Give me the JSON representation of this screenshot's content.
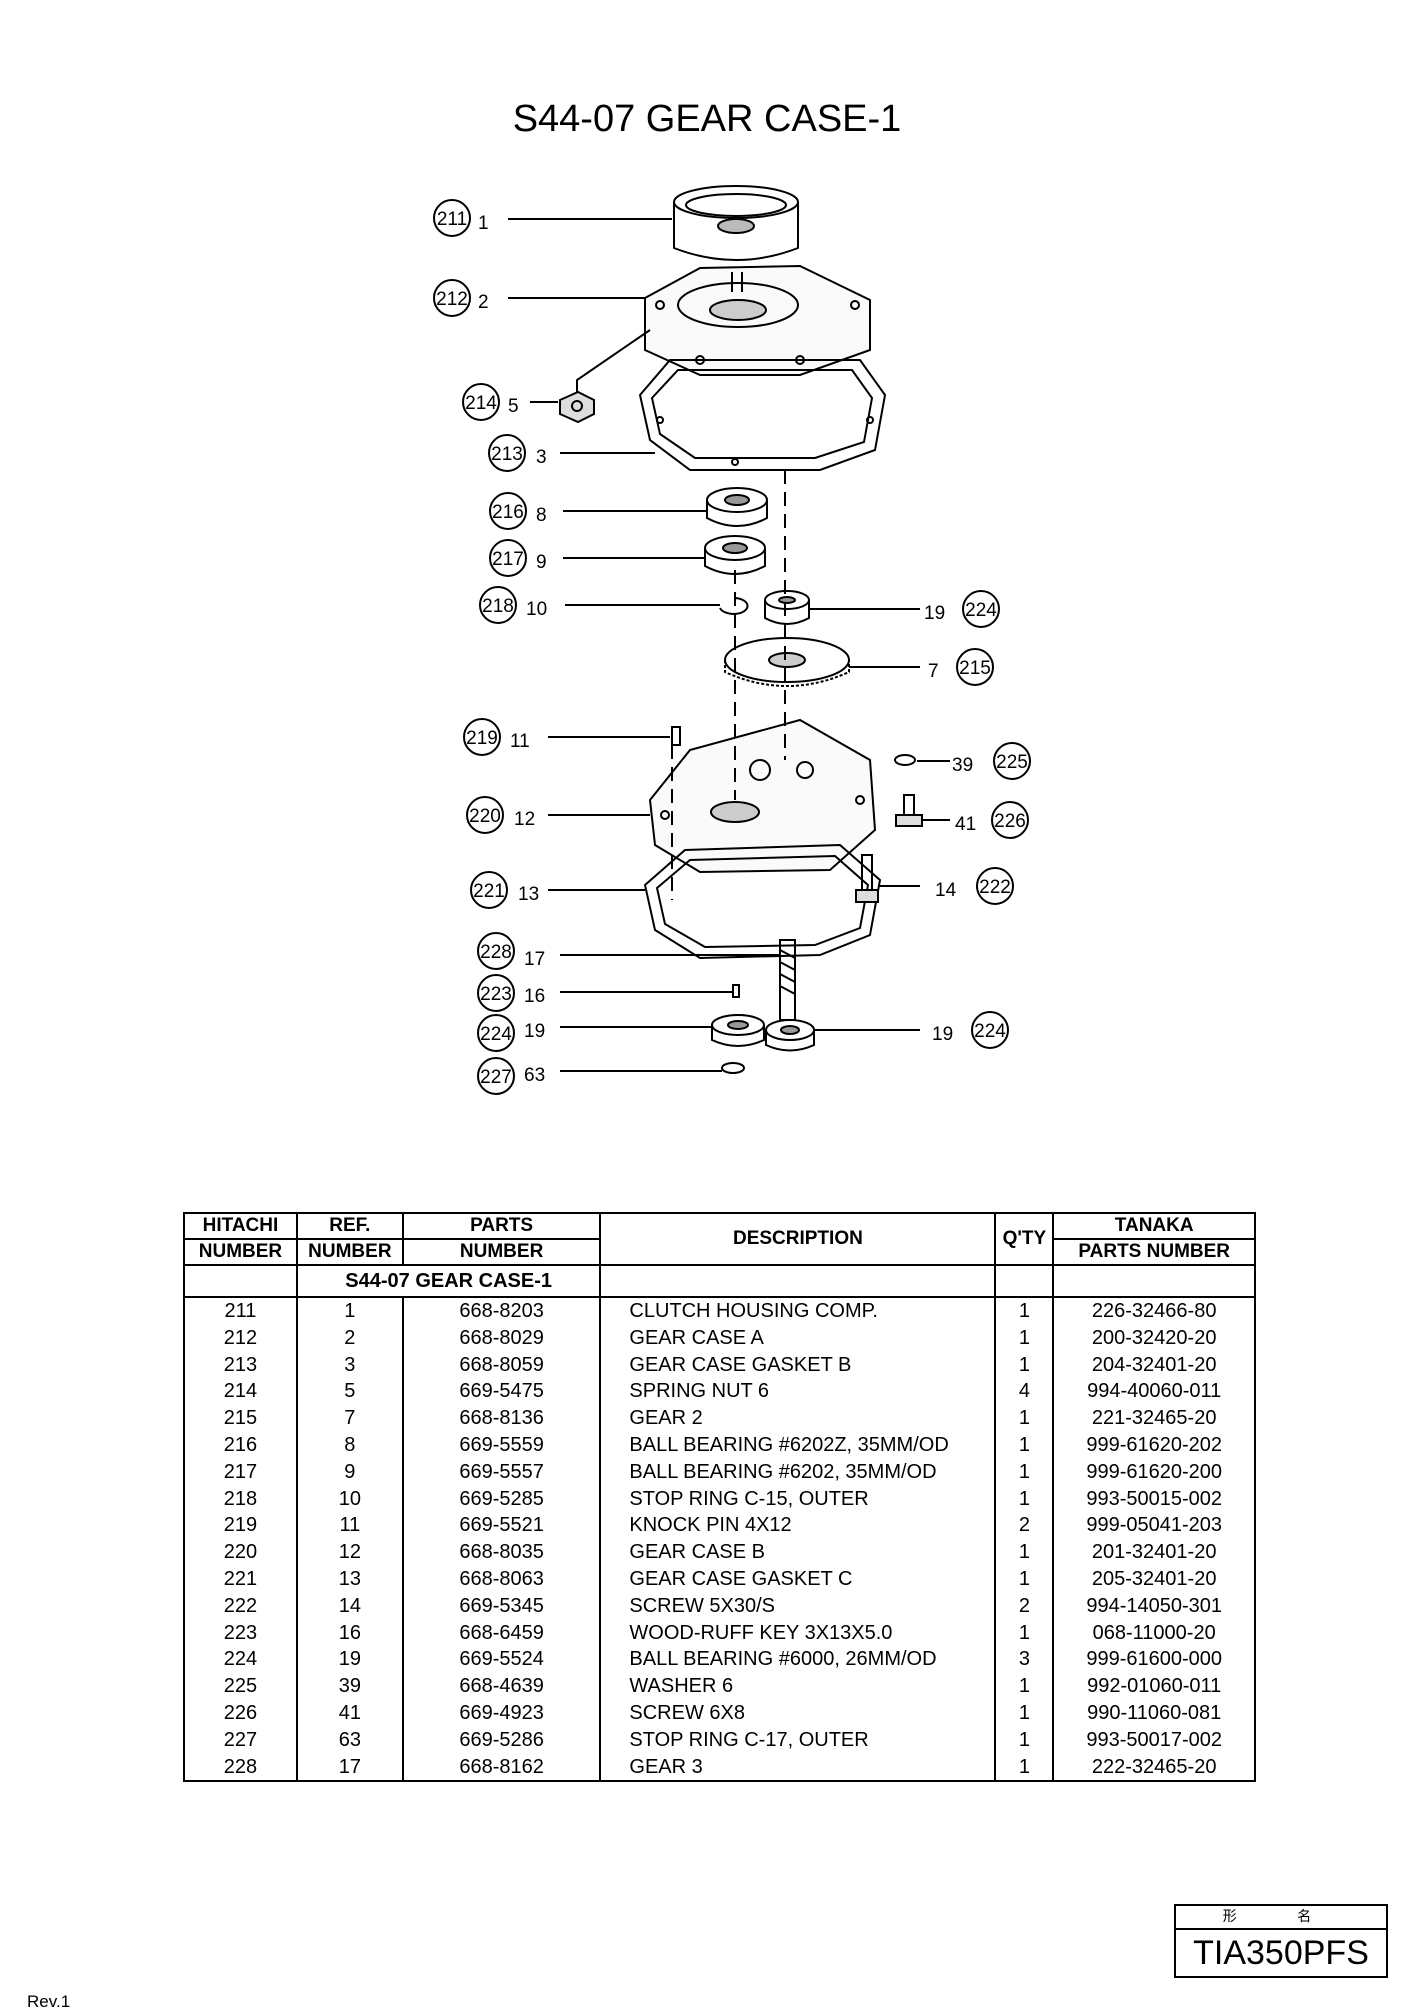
{
  "title": "S44-07 GEAR CASE-1",
  "diagram": {
    "callouts": [
      {
        "ring": "211",
        "ref": "1"
      },
      {
        "ring": "212",
        "ref": "2"
      },
      {
        "ring": "214",
        "ref": "5"
      },
      {
        "ring": "213",
        "ref": "3"
      },
      {
        "ring": "216",
        "ref": "8"
      },
      {
        "ring": "217",
        "ref": "9"
      },
      {
        "ring": "218",
        "ref": "10"
      },
      {
        "ring": "224",
        "ref": "19"
      },
      {
        "ring": "215",
        "ref": "7"
      },
      {
        "ring": "219",
        "ref": "11"
      },
      {
        "ring": "225",
        "ref": "39"
      },
      {
        "ring": "220",
        "ref": "12"
      },
      {
        "ring": "226",
        "ref": "41"
      },
      {
        "ring": "221",
        "ref": "13"
      },
      {
        "ring": "222",
        "ref": "14"
      },
      {
        "ring": "228",
        "ref": "17"
      },
      {
        "ring": "223",
        "ref": "16"
      },
      {
        "ring": "224",
        "ref": "19"
      },
      {
        "ring": "224",
        "ref": "19"
      },
      {
        "ring": "227",
        "ref": "63"
      }
    ]
  },
  "table": {
    "headers": {
      "hitachi": [
        "HITACHI",
        "NUMBER"
      ],
      "ref": [
        "REF.",
        "NUMBER"
      ],
      "parts": [
        "PARTS",
        "NUMBER"
      ],
      "description": "DESCRIPTION",
      "qty": "Q'TY",
      "tanaka": [
        "TANAKA",
        "PARTS NUMBER"
      ]
    },
    "section": "S44-07 GEAR CASE-1",
    "rows": [
      [
        "211",
        "1",
        "668-8203",
        "CLUTCH HOUSING COMP.",
        "1",
        "226-32466-80"
      ],
      [
        "212",
        "2",
        "668-8029",
        "GEAR CASE A",
        "1",
        "200-32420-20"
      ],
      [
        "213",
        "3",
        "668-8059",
        "GEAR CASE GASKET B",
        "1",
        "204-32401-20"
      ],
      [
        "214",
        "5",
        "669-5475",
        "SPRING NUT 6",
        "4",
        "994-40060-011"
      ],
      [
        "215",
        "7",
        "668-8136",
        "GEAR 2",
        "1",
        "221-32465-20"
      ],
      [
        "216",
        "8",
        "669-5559",
        "BALL BEARING #6202Z, 35MM/OD",
        "1",
        "999-61620-202"
      ],
      [
        "217",
        "9",
        "669-5557",
        "BALL BEARING #6202, 35MM/OD",
        "1",
        "999-61620-200"
      ],
      [
        "218",
        "10",
        "669-5285",
        "STOP RING C-15, OUTER",
        "1",
        "993-50015-002"
      ],
      [
        "219",
        "11",
        "669-5521",
        "KNOCK PIN 4X12",
        "2",
        "999-05041-203"
      ],
      [
        "220",
        "12",
        "668-8035",
        "GEAR CASE B",
        "1",
        "201-32401-20"
      ],
      [
        "221",
        "13",
        "668-8063",
        "GEAR CASE GASKET C",
        "1",
        "205-32401-20"
      ],
      [
        "222",
        "14",
        "669-5345",
        "SCREW 5X30/S",
        "2",
        "994-14050-301"
      ],
      [
        "223",
        "16",
        "668-6459",
        "WOOD-RUFF KEY 3X13X5.0",
        "1",
        "068-11000-20"
      ],
      [
        "224",
        "19",
        "669-5524",
        "BALL BEARING #6000, 26MM/OD",
        "3",
        "999-61600-000"
      ],
      [
        "225",
        "39",
        "668-4639",
        "WASHER 6",
        "1",
        "992-01060-011"
      ],
      [
        "226",
        "41",
        "669-4923",
        "SCREW 6X8",
        "1",
        "990-11060-081"
      ],
      [
        "227",
        "63",
        "669-5286",
        "STOP RING C-17, OUTER",
        "1",
        "993-50017-002"
      ],
      [
        "228",
        "17",
        "668-8162",
        "GEAR 3",
        "1",
        "222-32465-20"
      ]
    ]
  },
  "model": {
    "header": "形 名",
    "name": "TIA350PFS"
  },
  "revision": "Rev.1"
}
